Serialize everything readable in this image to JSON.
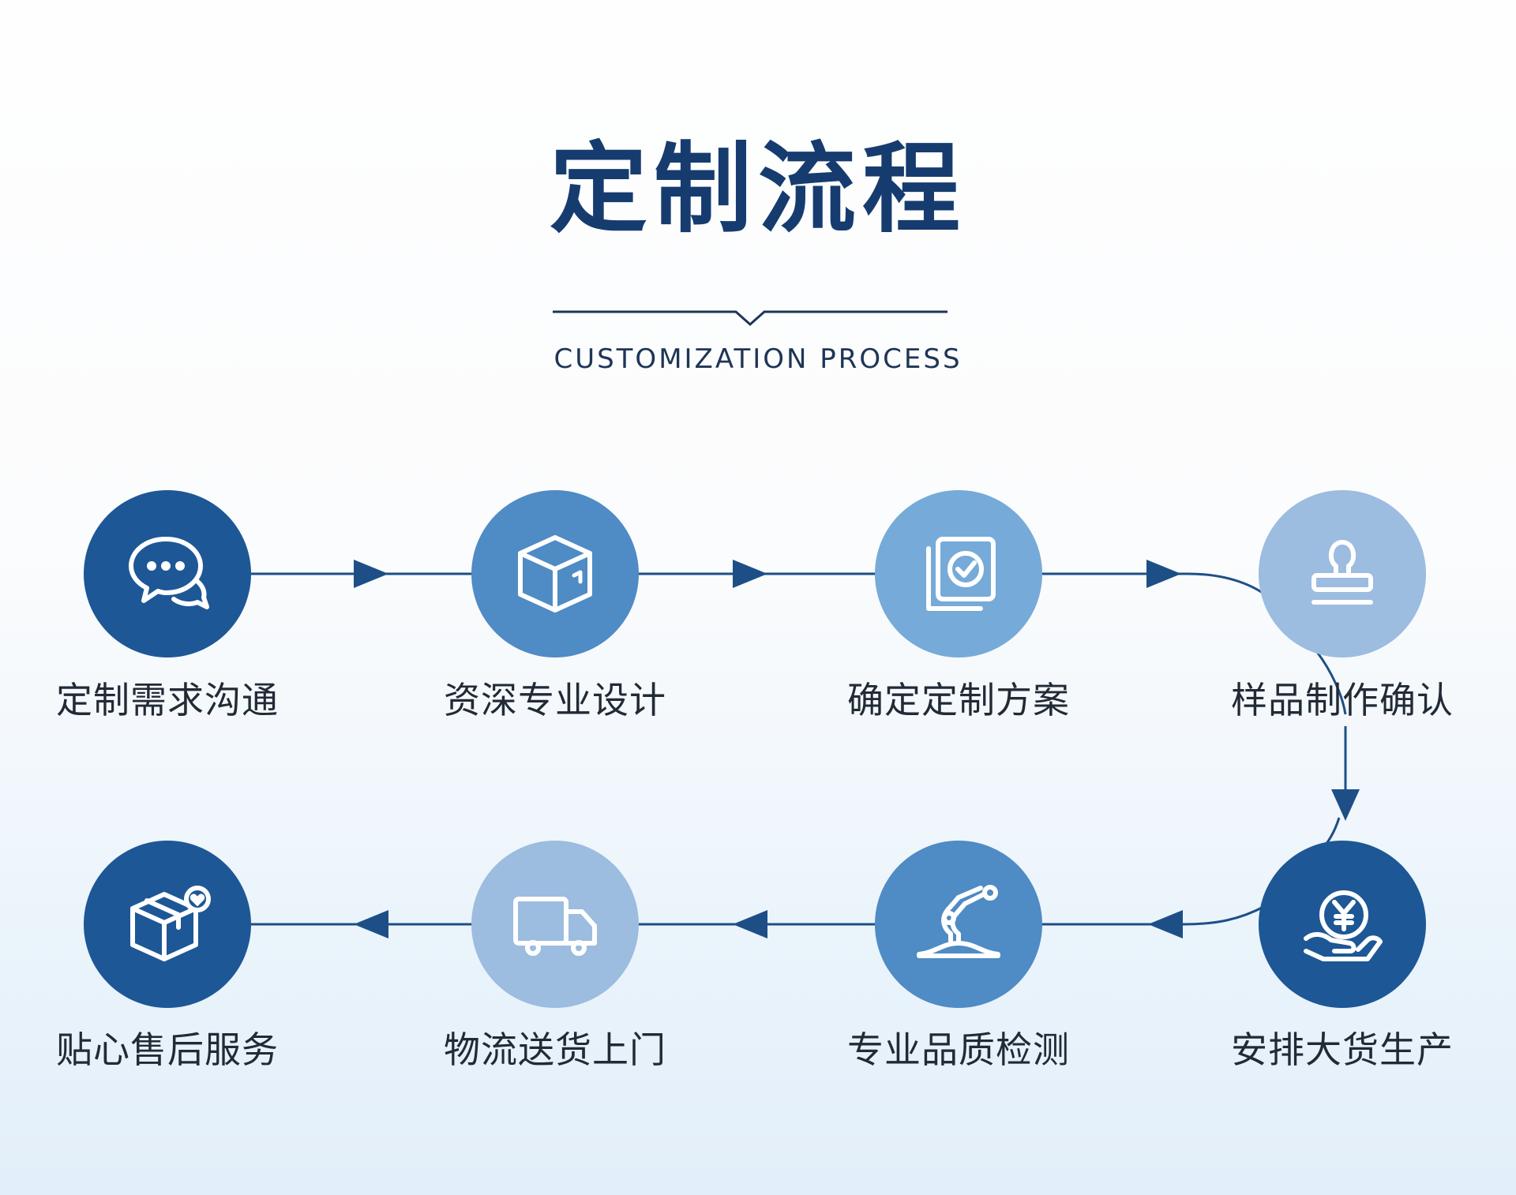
{
  "header": {
    "title": "定制流程",
    "subtitle": "CUSTOMIZATION PROCESS"
  },
  "steps": [
    {
      "label": "定制需求沟通",
      "icon": "chat-bubbles-icon"
    },
    {
      "label": "资深专业设计",
      "icon": "box-3d-icon"
    },
    {
      "label": "确定定制方案",
      "icon": "document-check-icon"
    },
    {
      "label": "样品制作确认",
      "icon": "stamp-icon"
    },
    {
      "label": "安排大货生产",
      "icon": "yen-coin-hand-icon"
    },
    {
      "label": "专业品质检测",
      "icon": "robot-arm-icon"
    },
    {
      "label": "物流送货上门",
      "icon": "delivery-truck-icon"
    },
    {
      "label": "贴心售后服务",
      "icon": "package-heart-icon"
    }
  ],
  "colors": {
    "title": "#163c6f",
    "connector": "#1d4f86",
    "circle_dark": "#1d5796",
    "circle_mid": "#4f8bc5",
    "circle_light": "#76aad8",
    "circle_pale": "#9cbce0",
    "label": "#222a36"
  }
}
